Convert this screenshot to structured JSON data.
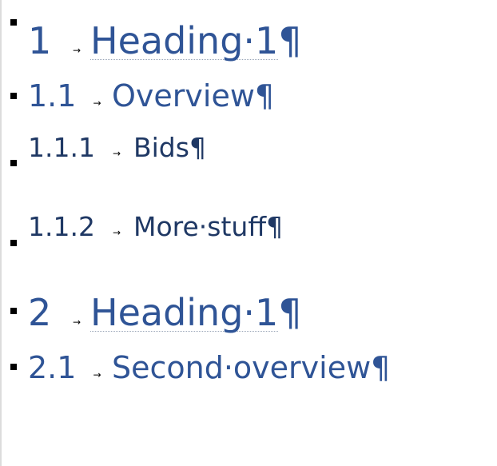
{
  "document": {
    "tab_glyph": "→",
    "pilcrow": "¶",
    "paragraphs": [
      {
        "level": "h1",
        "number": "1",
        "text": "Heading·1"
      },
      {
        "level": "h2",
        "number": "1.1",
        "text": "Overview"
      },
      {
        "level": "h3",
        "number": "1.1.1",
        "text": "Bids"
      },
      {
        "level": "h3",
        "number": "1.1.2",
        "text": "More·stuff"
      },
      {
        "level": "h1",
        "number": "2",
        "text": "Heading·1"
      },
      {
        "level": "h2",
        "number": "2.1",
        "text": "Second·overview"
      }
    ]
  }
}
